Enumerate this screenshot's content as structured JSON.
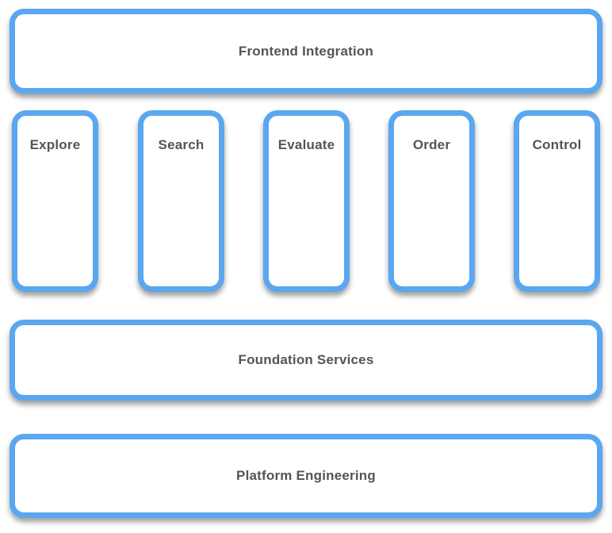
{
  "layers": {
    "top": "Frontend Integration",
    "middle": "Foundation Services",
    "bottom": "Platform Engineering"
  },
  "columns": [
    "Explore",
    "Search",
    "Evaluate",
    "Order",
    "Control"
  ],
  "colors": {
    "border": "#5aa7f0",
    "text": "#555555",
    "background": "#ffffff"
  }
}
